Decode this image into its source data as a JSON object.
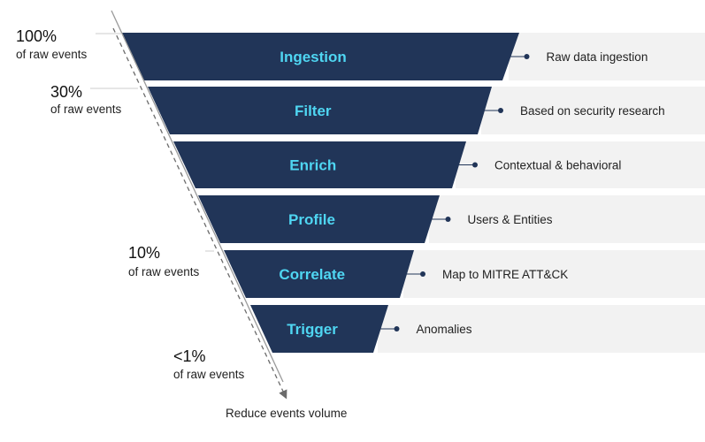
{
  "colors": {
    "band_fill": "#213558",
    "stage_text": "#4fd6f2",
    "desc_bg": "#f2f2f2",
    "connector": "#213558",
    "axis": "#8a8a8a"
  },
  "stages": [
    {
      "label": "Ingestion",
      "description": "Raw data ingestion"
    },
    {
      "label": "Filter",
      "description": "Based on security research"
    },
    {
      "label": "Enrich",
      "description": "Contextual & behavioral"
    },
    {
      "label": "Profile",
      "description": "Users & Entities"
    },
    {
      "label": "Correlate",
      "description": "Map to MITRE ATT&CK"
    },
    {
      "label": "Trigger",
      "description": "Anomalies"
    }
  ],
  "percentages": [
    {
      "value": "100%",
      "caption": "of raw events"
    },
    {
      "value": "30%",
      "caption": "of raw events"
    },
    {
      "value": "10%",
      "caption": "of raw events"
    },
    {
      "value": "<1%",
      "caption": "of raw events"
    }
  ],
  "axis_caption": "Reduce events volume"
}
